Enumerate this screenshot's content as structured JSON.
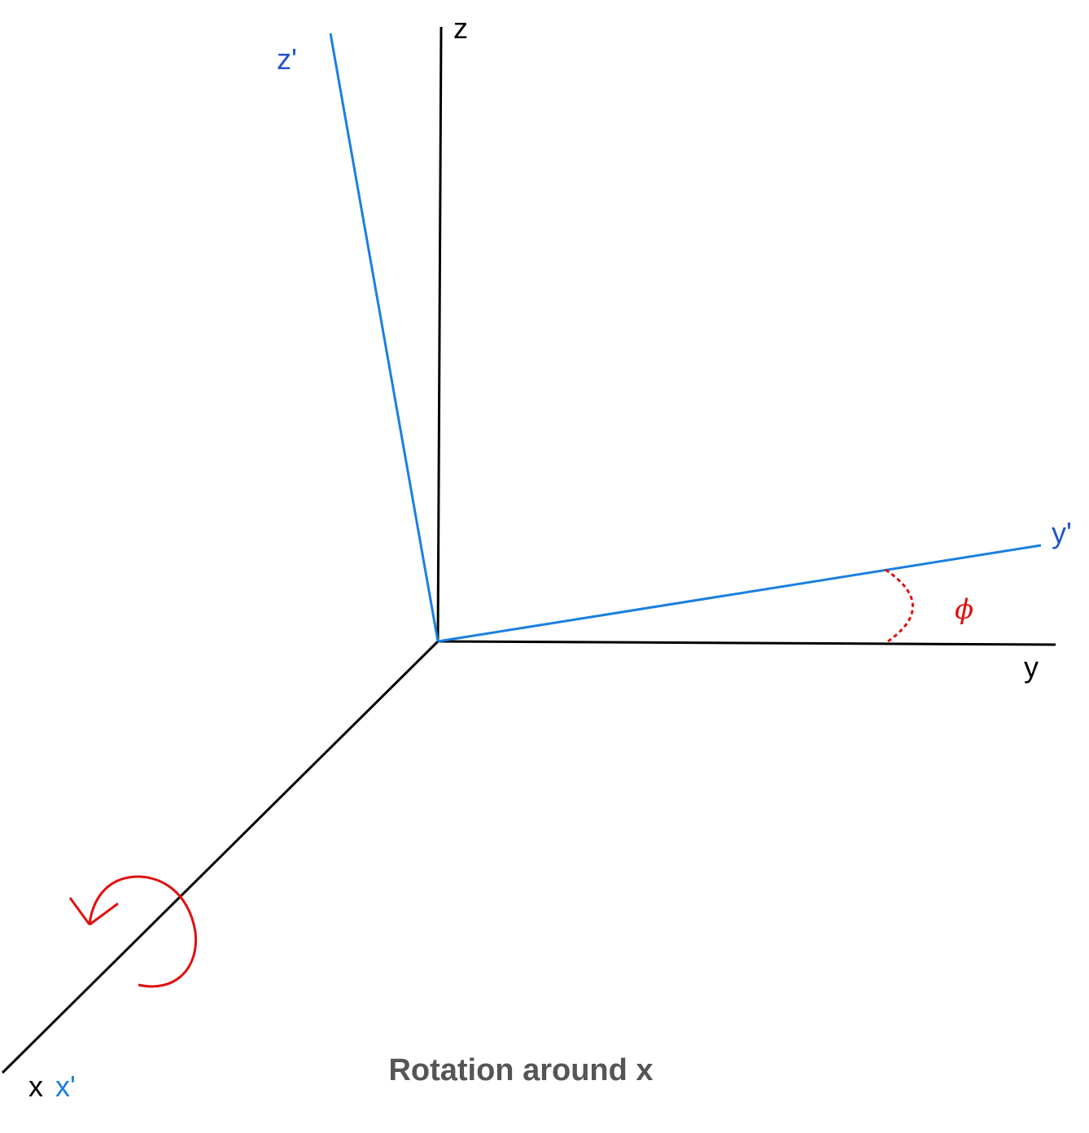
{
  "diagram": {
    "labels": {
      "z": "z",
      "z_prime": "z'",
      "y": "y",
      "y_prime": "y'",
      "x": "x",
      "x_prime": "x'",
      "angle": "ϕ"
    },
    "caption": "Rotation around x",
    "colors": {
      "original_axes": "#000000",
      "rotated_axes": "#1a7fe0",
      "rotated_labels_upper": "#2255cc",
      "rotated_label_x_prime": "#1a7fe0",
      "angle_and_rotation": "#e01010",
      "caption": "#555555"
    },
    "icons": {
      "rotation_arrow": "counterclockwise-arrow-icon"
    }
  }
}
